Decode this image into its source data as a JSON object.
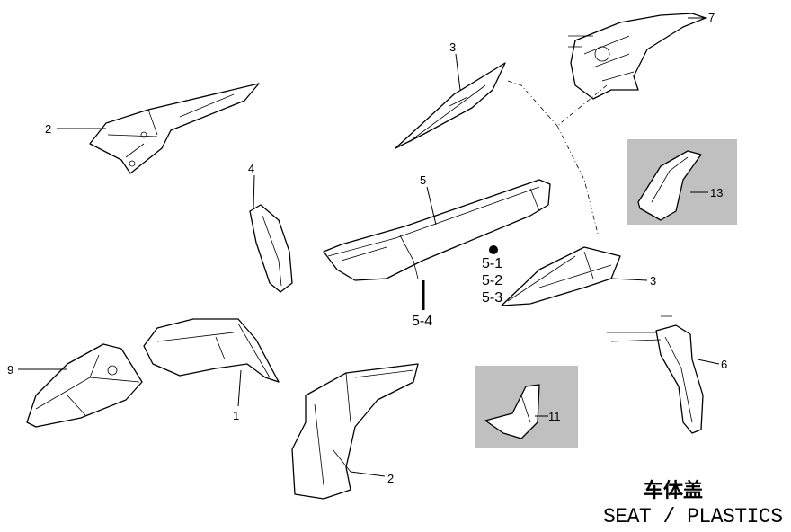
{
  "diagram": {
    "labels": {
      "p2_top": "2",
      "p3_top": "3",
      "p7": "7",
      "p4": "4",
      "p5": "5",
      "p13": "13",
      "p5_1": "5-1",
      "p5_2": "5-2",
      "p5_3": "5-3",
      "p5_4": "5-4",
      "p3_right": "3",
      "p9": "9",
      "p1": "1",
      "p6": "6",
      "p11": "11",
      "p2_bottom": "2"
    },
    "title_cn": "车体盖",
    "title_en": "SEAT / PLASTICS",
    "inset_bg": "#c0c0c0"
  }
}
